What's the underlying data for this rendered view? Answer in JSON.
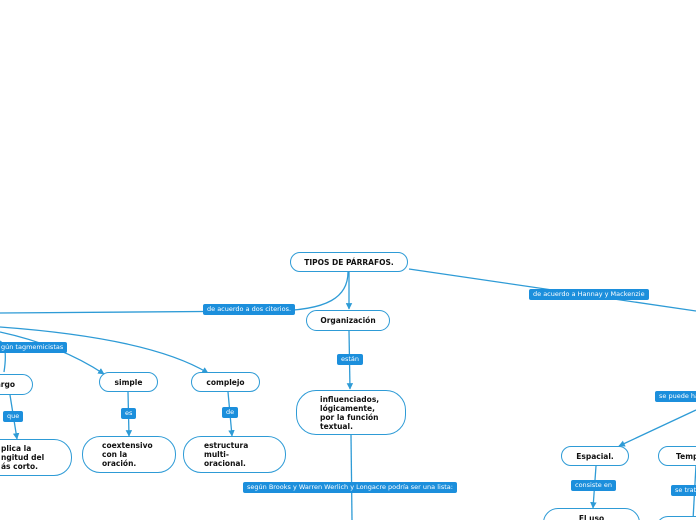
{
  "colors": {
    "line": "#2e9bd6",
    "label_bg": "#1c8fdc",
    "label_text": "#ffffff",
    "node_border": "#2e9bd6",
    "text": "#111111"
  },
  "nodes": {
    "root": "TIPOS DE PÁRRAFOS.",
    "organizacion": "Organización",
    "influenciados": "influenciados,\nlógicamente,\npor la función\ntextual.",
    "largo": "largo",
    "simple": "simple",
    "complejo": "complejo",
    "longitud": "plica la\nngitud del\nás corto.",
    "coextensivo": "coextensivo\ncon la\noración.",
    "estructura": "estructura\nmulti-\noracional.",
    "espacial": "Espacial.",
    "temporal": "Temp",
    "uso": "El uso"
  },
  "edge_labels": {
    "criterios": "de acuerdo a dos citerios.",
    "hannay": "de acuerdo a Hannay y Mackenzie",
    "tagmemicistas": "gún tagmemicistas",
    "estan": "están",
    "que": "que",
    "es": "es",
    "de": "de",
    "brooks": "según Brooks y Warren Werlich y Longacre podría ser una lista:",
    "se_puede": "se puede ha",
    "consiste": "consiste en",
    "se_trata": "se trat"
  }
}
